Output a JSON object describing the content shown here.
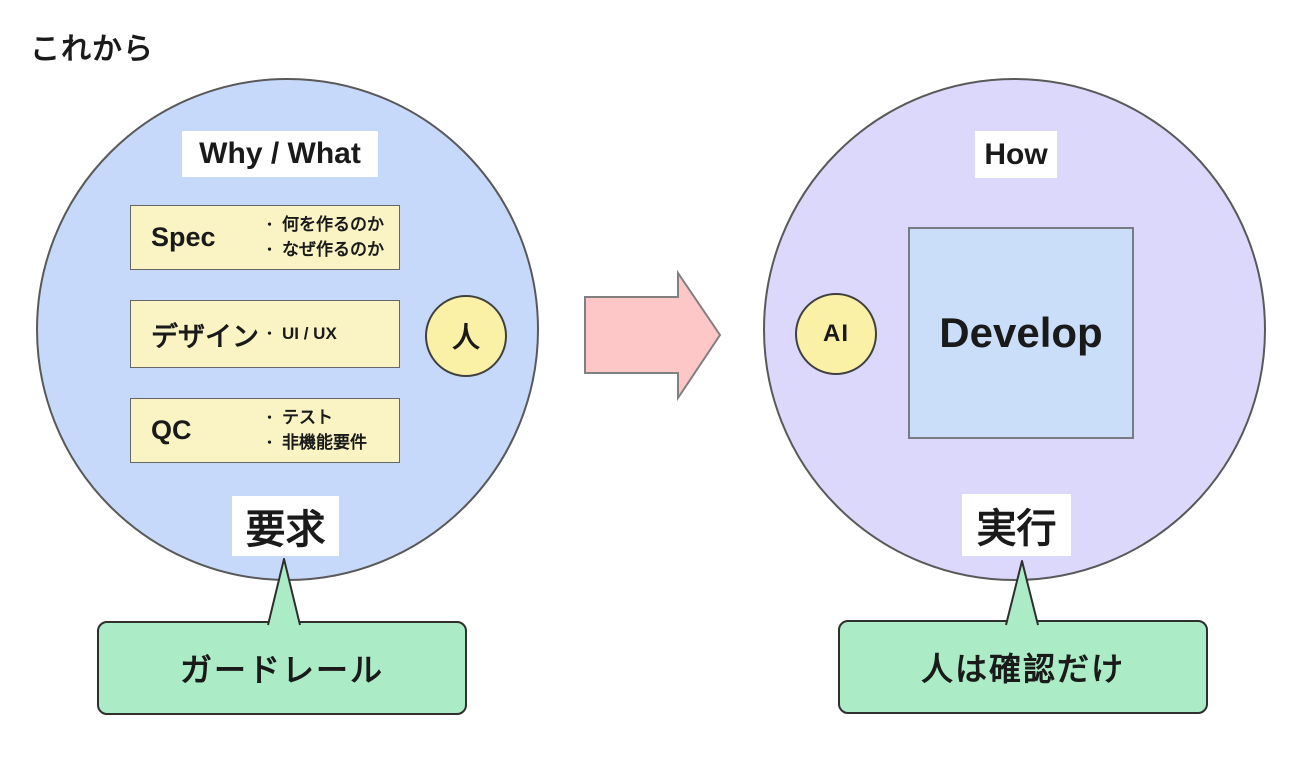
{
  "title": "これから",
  "bullet_char": "・",
  "colors": {
    "left_circle_fill": "#C7D9FB",
    "right_circle_fill": "#DCD8FB",
    "task_box_yellow": "#FAF4C5",
    "actor_circle_yellow": "#FAF0A6",
    "develop_box_blue": "#CADEF9",
    "arrow_pink": "#FDC7C7",
    "arrow_border": "#808080",
    "callout_green": "#ABECC6",
    "callout_border": "#2f2f2f",
    "circle_border": "#595959"
  },
  "left_circle": {
    "top_label": "Why / What",
    "bottom_label": "要求",
    "actor": "人",
    "boxes": [
      {
        "label": "Spec",
        "bullets": [
          "何を作るのか",
          "なぜ作るのか"
        ]
      },
      {
        "label": "デザイン",
        "bullets": [
          "UI / UX"
        ]
      },
      {
        "label": "QC",
        "bullets": [
          "テスト",
          "非機能要件"
        ]
      }
    ],
    "callout": "ガードレール"
  },
  "right_circle": {
    "top_label": "How",
    "bottom_label": "実行",
    "actor": "AI",
    "box_label": "Develop",
    "callout": "人は確認だけ"
  },
  "arrow": {
    "direction": "right"
  }
}
